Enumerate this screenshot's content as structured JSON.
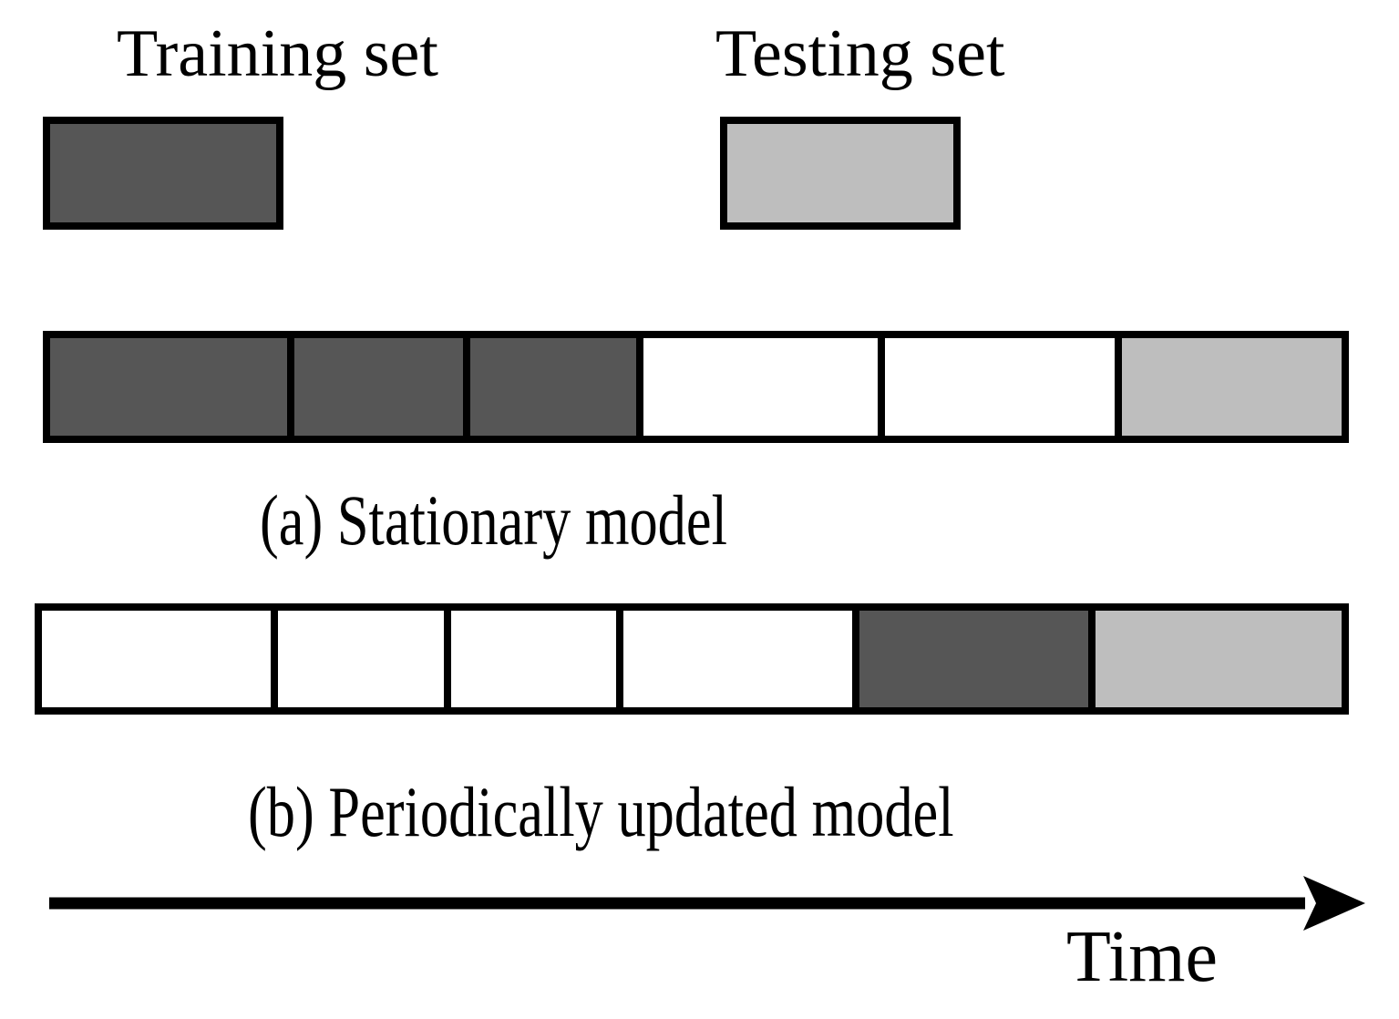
{
  "figure": {
    "title": "Stationary vs periodically updated model timelines",
    "colors": {
      "training_fill": "#565656",
      "testing_fill": "#bebebe",
      "unused_fill": "#ffffff",
      "stroke": "#000000",
      "background": "#ffffff"
    }
  },
  "legend": {
    "items": [
      {
        "label": "Training set",
        "fill": "#565656",
        "swatch_name": "training-set-swatch"
      },
      {
        "label": "Testing set",
        "fill": "#bebebe",
        "swatch_name": "testing-set-swatch"
      }
    ]
  },
  "panels": [
    {
      "id": "a",
      "caption": "(a) Stationary model",
      "cells": [
        {
          "role": "training",
          "fill": "#565656"
        },
        {
          "role": "training",
          "fill": "#565656"
        },
        {
          "role": "training",
          "fill": "#565656"
        },
        {
          "role": "unused",
          "fill": "#ffffff"
        },
        {
          "role": "unused",
          "fill": "#ffffff"
        },
        {
          "role": "testing",
          "fill": "#bebebe"
        }
      ]
    },
    {
      "id": "b",
      "caption": "(b) Periodically updated model",
      "cells": [
        {
          "role": "unused",
          "fill": "#ffffff"
        },
        {
          "role": "unused",
          "fill": "#ffffff"
        },
        {
          "role": "unused",
          "fill": "#ffffff"
        },
        {
          "role": "unused",
          "fill": "#ffffff"
        },
        {
          "role": "training",
          "fill": "#565656"
        },
        {
          "role": "testing",
          "fill": "#bebebe"
        }
      ]
    }
  ],
  "axis": {
    "label": "Time",
    "direction": "left-to-right",
    "arrow_icon": "arrow-right-icon"
  }
}
